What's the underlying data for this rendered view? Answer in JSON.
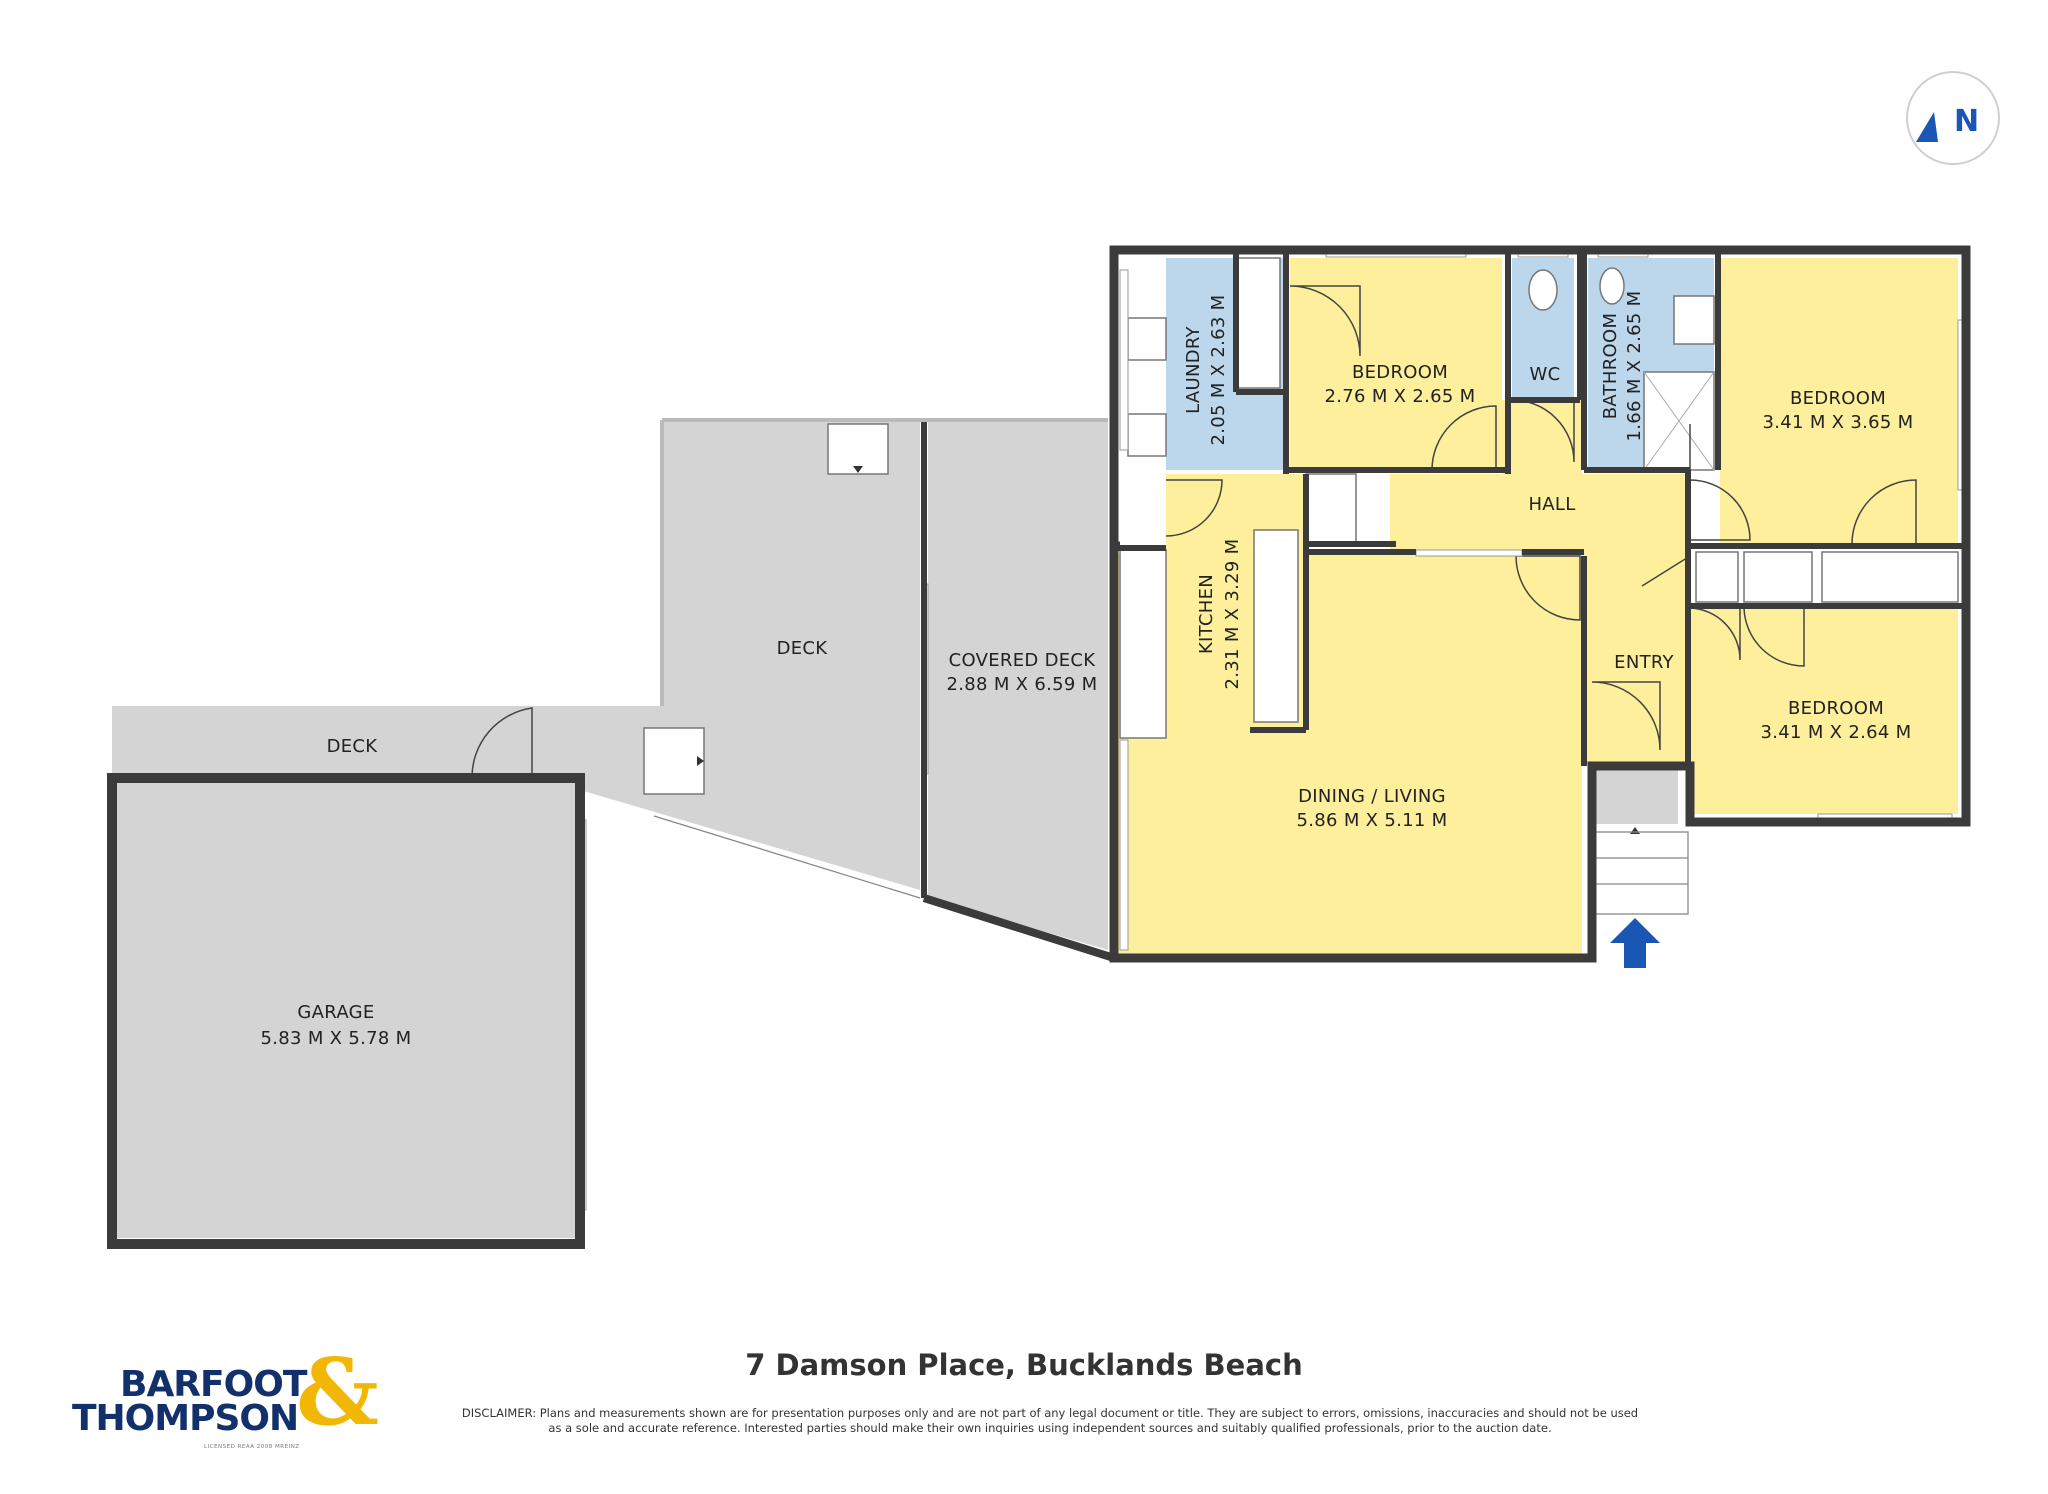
{
  "rooms": {
    "laundry": {
      "name": "LAUNDRY",
      "dims": "2.05 M X 2.63 M"
    },
    "bedroom1": {
      "name": "BEDROOM",
      "dims": "2.76 M X 2.65 M"
    },
    "wc": {
      "name": "WC"
    },
    "bathroom": {
      "name": "BATHROOM",
      "dims": "1.66 M X 2.65 M"
    },
    "bedroom2": {
      "name": "BEDROOM",
      "dims": "3.41 M X 3.65 M"
    },
    "hall": {
      "name": "HALL"
    },
    "kitchen": {
      "name": "KITCHEN",
      "dims": "2.31 M X 3.29 M"
    },
    "entry": {
      "name": "ENTRY"
    },
    "bedroom3": {
      "name": "BEDROOM",
      "dims": "3.41 M X 2.64 M"
    },
    "dining": {
      "name": "DINING / LIVING",
      "dims": "5.86 M X 5.11 M"
    },
    "deck_upper": {
      "name": "DECK"
    },
    "covered": {
      "name": "COVERED DECK",
      "dims": "2.88 M X 6.59 M"
    },
    "deck_lower": {
      "name": "DECK"
    },
    "garage": {
      "name": "GARAGE",
      "dims": "5.83 M X 5.78 M"
    }
  },
  "compass": {
    "label": "N"
  },
  "footer": {
    "address": "7 Damson Place, Bucklands Beach",
    "disclaimer_line1": "DISCLAIMER: Plans and measurements shown are for presentation purposes only and are not part of any legal document or title. They are subject to errors, omissions, inaccuracies and should not be used",
    "disclaimer_line2": "as a sole and accurate reference. Interested parties should make their own inquiries using independent sources and suitably qualified professionals, prior to the auction date."
  },
  "logo": {
    "line1": "BARFOOT",
    "line2": "THOMPSON",
    "ampersand": "&",
    "licence": "LICENSED REAA 2008 MREINZ"
  },
  "colors": {
    "living": "#fdef9c",
    "wet": "#bcd6eb",
    "outdoor": "#d4d4d4",
    "wall": "#3b3b3b",
    "accent": "#1a56b3"
  }
}
